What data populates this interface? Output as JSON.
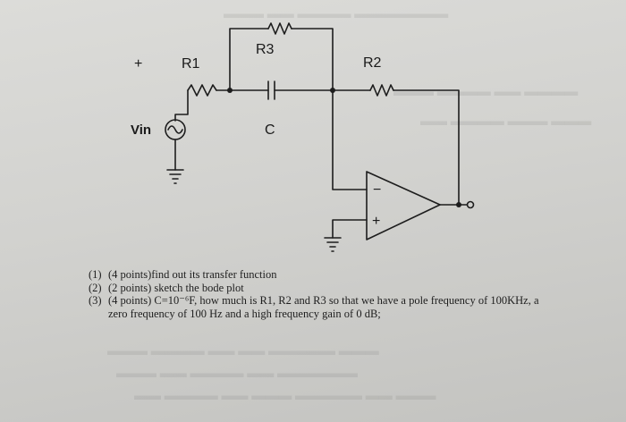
{
  "schematic": {
    "plus_sign": "+",
    "r1_label": "R1",
    "r2_label": "R2",
    "r3_label": "R3",
    "c_label": "C",
    "vin_label": "Vin",
    "opamp_minus": "−",
    "opamp_plus": "+"
  },
  "questions": [
    {
      "num": "(1)",
      "text": "(4 points)find out its transfer function"
    },
    {
      "num": "(2)",
      "text": "(2 points) sketch the bode plot"
    },
    {
      "num": "(3)",
      "text": "(4 points) C=10⁻⁶F, how much is R1, R2 and R3 so that we have a pole frequency of 100KHz, a",
      "continuation": "zero frequency of 100 Hz and a high frequency gain of 0 dB;"
    }
  ]
}
